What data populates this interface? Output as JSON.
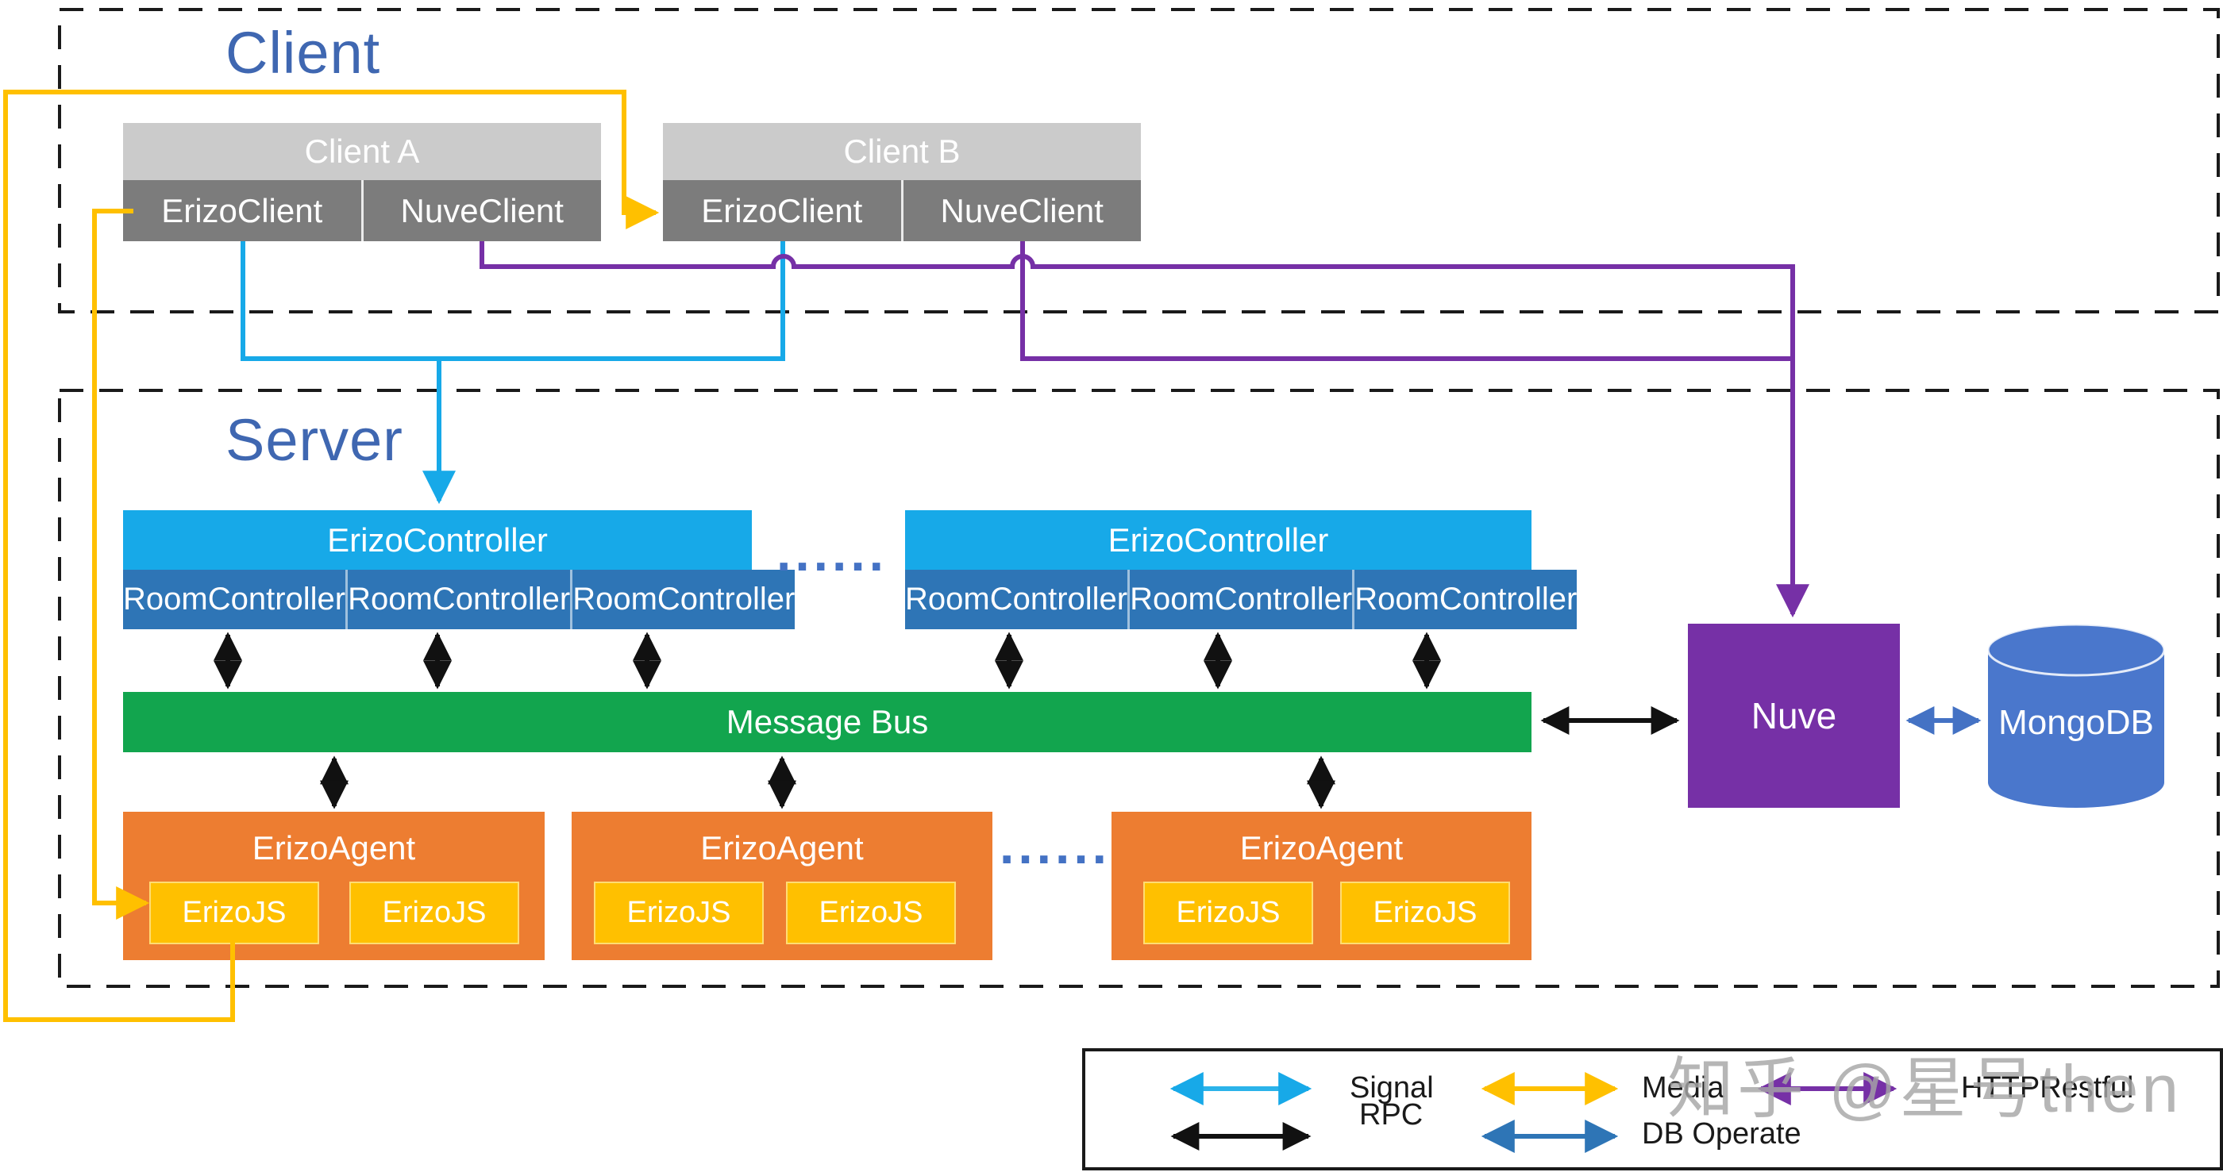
{
  "titles": {
    "client_group": "Client",
    "server_group": "Server"
  },
  "clients": [
    {
      "name": "Client A",
      "modules": [
        "ErizoClient",
        "NuveClient"
      ]
    },
    {
      "name": "Client B",
      "modules": [
        "ErizoClient",
        "NuveClient"
      ]
    }
  ],
  "controllers": [
    {
      "name": "ErizoController",
      "rooms": [
        "RoomController",
        "RoomController",
        "RoomController"
      ]
    },
    {
      "name": "ErizoController",
      "rooms": [
        "RoomController",
        "RoomController",
        "RoomController"
      ]
    }
  ],
  "bus": {
    "label": "Message Bus"
  },
  "agents": [
    {
      "name": "ErizoAgent",
      "workers": [
        "ErizoJS",
        "ErizoJS"
      ]
    },
    {
      "name": "ErizoAgent",
      "workers": [
        "ErizoJS",
        "ErizoJS"
      ]
    },
    {
      "name": "ErizoAgent",
      "workers": [
        "ErizoJS",
        "ErizoJS"
      ]
    }
  ],
  "nuve": {
    "label": "Nuve"
  },
  "database": {
    "label": "MongoDB"
  },
  "ellipsis": "......",
  "legend": {
    "signal": "Signal",
    "media": "Media",
    "http": "HTTPRestful",
    "rpc": "RPC",
    "db": "DB Operate"
  },
  "watermark": "知乎 @星号then",
  "palette": {
    "signal_cyan": "#17A9E8",
    "media_yellow": "#FFC000",
    "http_purple": "#7630A6",
    "rpc_black": "#111111",
    "db_blue": "#2E75B6",
    "mongo_blue": "#4A77CC",
    "room_blue": "#2E75B6",
    "bus_green": "#12A54E",
    "agent_orange": "#ED7D31",
    "client_gray": "#7C7C7C",
    "client_header_gray": "#CBCBCB",
    "title_blue": "#3F67B1",
    "dots_blue": "#4472C4"
  }
}
